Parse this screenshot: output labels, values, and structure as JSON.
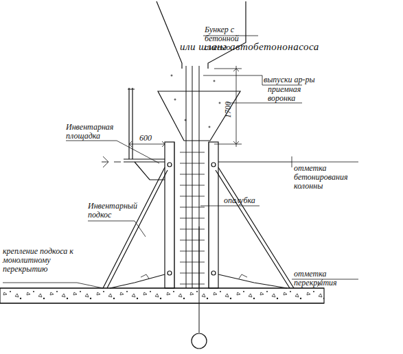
{
  "diagram": {
    "labels": [
      "Бункер с бетонной смесью",
      "или шланг автобетононасоса",
      "выпуски ар-ры",
      "приемная воронка",
      "1700",
      "Инвентарная площадка",
      "600",
      "отметка бетонирования колонны",
      "опалубка",
      "Инвентарный подкос",
      "крепление подкоса к монолитному перекрытию",
      "отметка перекрытия"
    ]
  }
}
